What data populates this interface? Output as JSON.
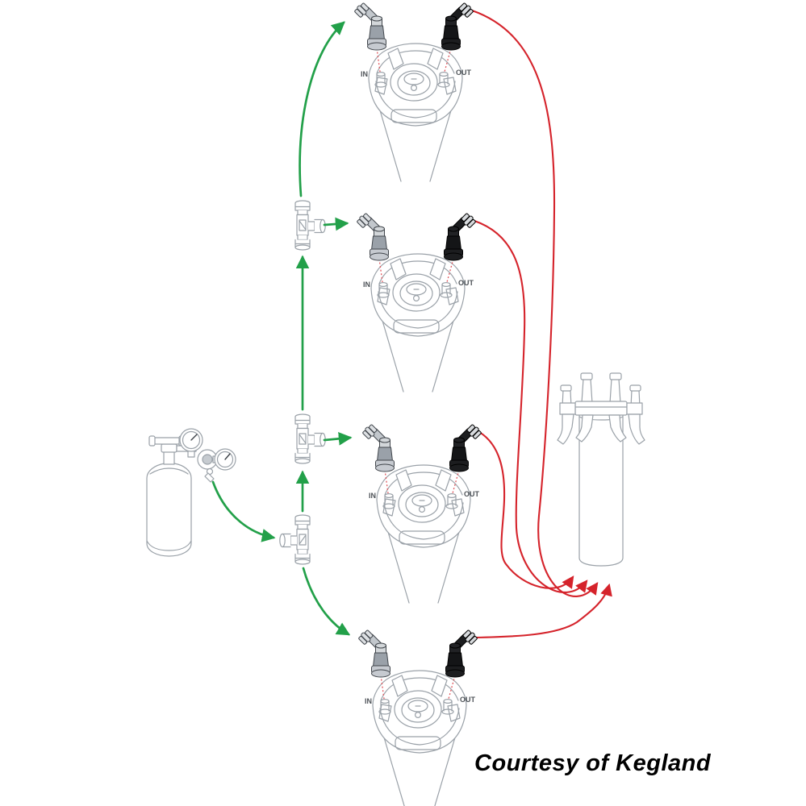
{
  "diagram": {
    "caption": "Courtesy of Kegland",
    "colors": {
      "gas_line": "#22a049",
      "beer_line": "#d5232b",
      "line_art": "#9aa1a8",
      "dark_detail": "#3c4147",
      "label_text": "#4d5257",
      "dotted_connector": "#e0555c",
      "caption_text": "#000000",
      "background": "#ffffff"
    },
    "kegs": [
      {
        "name": "keg-1",
        "in_label": "IN",
        "out_label": "OUT"
      },
      {
        "name": "keg-2",
        "in_label": "IN",
        "out_label": "OUT"
      },
      {
        "name": "keg-3",
        "in_label": "IN",
        "out_label": "OUT"
      },
      {
        "name": "keg-4",
        "in_label": "IN",
        "out_label": "OUT"
      }
    ],
    "components": {
      "co2_tank": "co2-cylinder",
      "regulator": "dual-gauge-regulator",
      "tees": [
        "gas-tee-splitter-1",
        "gas-tee-splitter-2",
        "gas-tee-splitter-3"
      ],
      "tap_tower": "four-tap-font-tower",
      "gas_disconnect": "grey-gas-ball-lock-disconnect",
      "liquid_disconnect": "black-liquid-ball-lock-disconnect"
    },
    "legend": {
      "green_lines": "gas lines from CO2 regulator to keg IN posts",
      "red_lines": "beer lines from keg OUT posts to tap tower"
    }
  }
}
